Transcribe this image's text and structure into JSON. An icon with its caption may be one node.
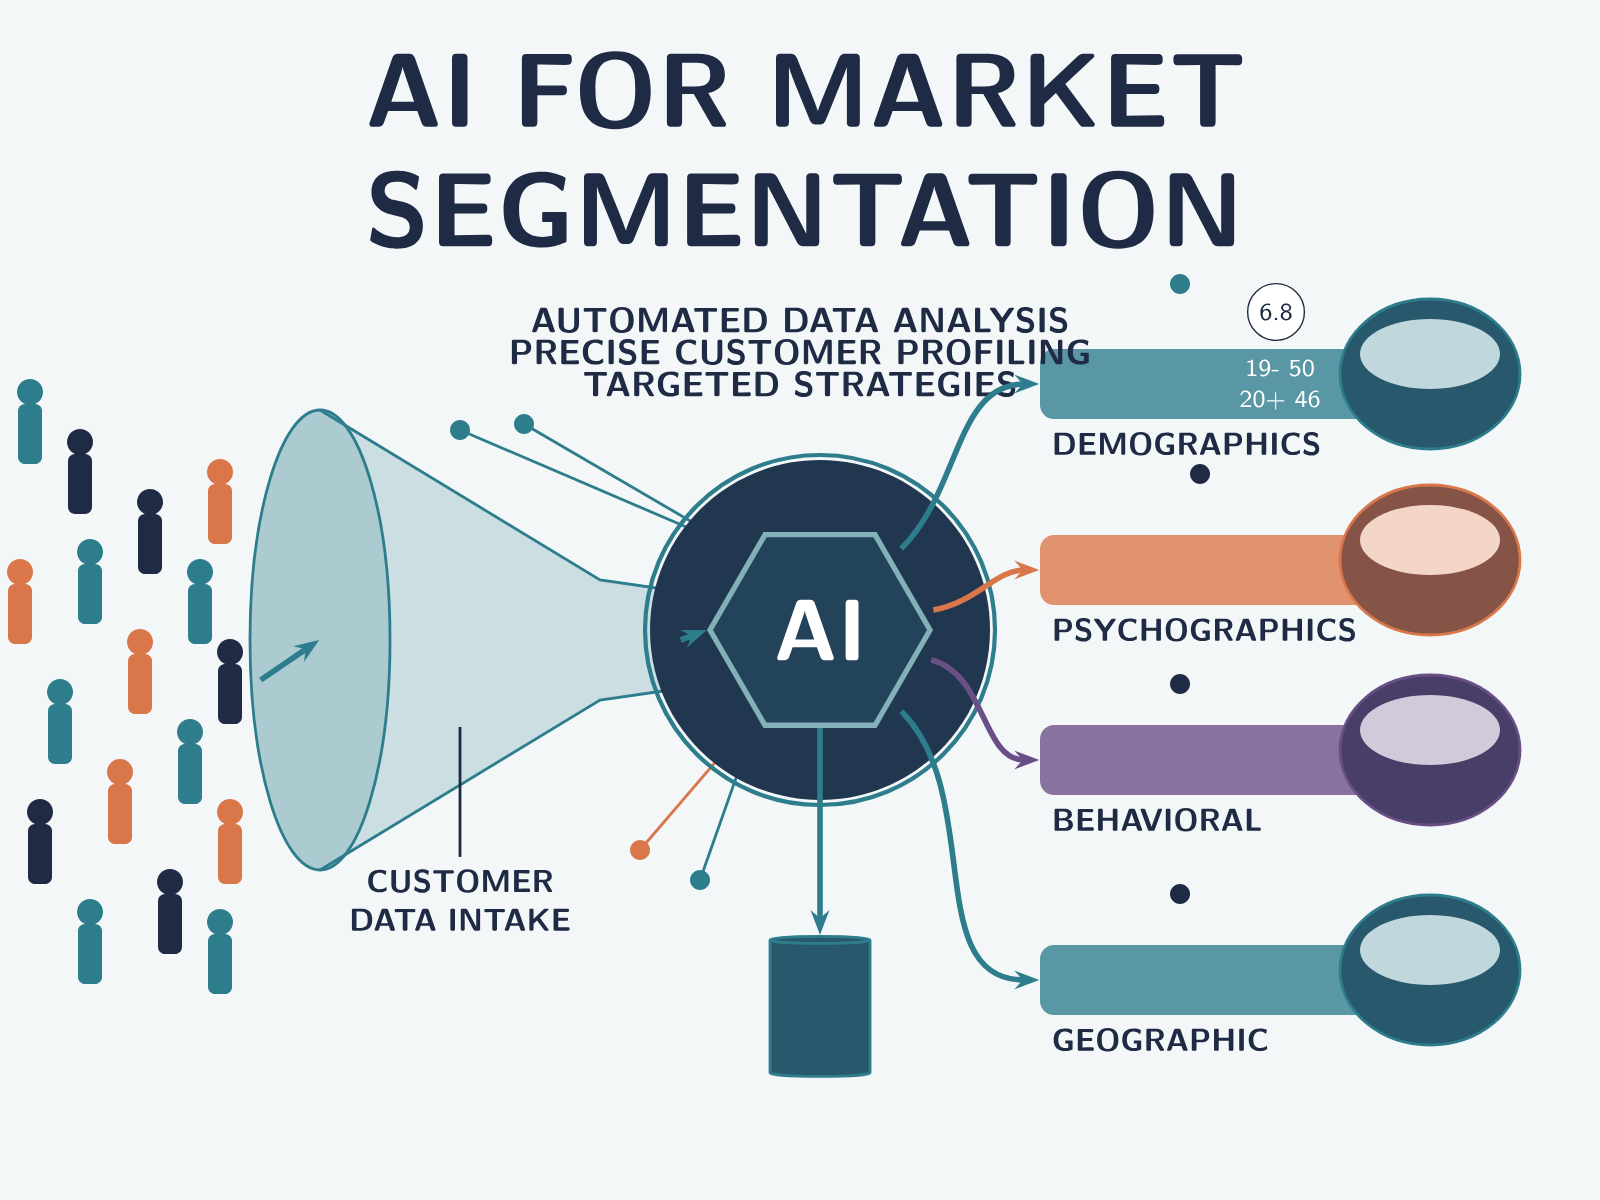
{
  "diagram": {
    "title": "AI FOR MARKET SEGMENTATION",
    "nodes": [
      {
        "text": [],
        "shape": "picture"
      },
      {
        "text": [],
        "shape": "funnel"
      },
      {
        "text": [
          "CUSTOMER DATA INTAKE"
        ]
      },
      {
        "text": [
          "AI"
        ]
      },
      {
        "text": [],
        "shape": "cylinder"
      },
      {
        "text": [
          "DEMOGRAPHICS"
        ]
      },
      {
        "text": [
          "PSYCHOGRAPHICS"
        ]
      },
      {
        "text": [
          "BEHAVIORAL"
        ]
      },
      {
        "text": [
          "GEOGRAPHIC"
        ]
      }
    ],
    "edges": [
      {
        "from": 0,
        "to": 1,
        "arrow": "to"
      },
      {
        "from": 1,
        "to": 3,
        "arrow": "to"
      },
      {
        "from": 2,
        "to": 1,
        "arrow": "none"
      },
      {
        "from": 3,
        "to": 4,
        "arrow": "to"
      },
      {
        "from": 3,
        "to": 5,
        "arrow": "to"
      },
      {
        "from": 3,
        "to": 6,
        "arrow": "to",
        "color": "#d9774a"
      },
      {
        "from": 3,
        "to": 7,
        "arrow": "to",
        "color": "#6a4f86"
      },
      {
        "from": 3,
        "to": 8,
        "arrow": "to"
      }
    ],
    "labels": [
      "AUTOMATED DATA ANALYSIS",
      "PRECISE CUSTOMER PROFILING",
      "TARGETED STRATEGIES",
      "6.8",
      "19- 50",
      "20+ 46"
    ]
  }
}
